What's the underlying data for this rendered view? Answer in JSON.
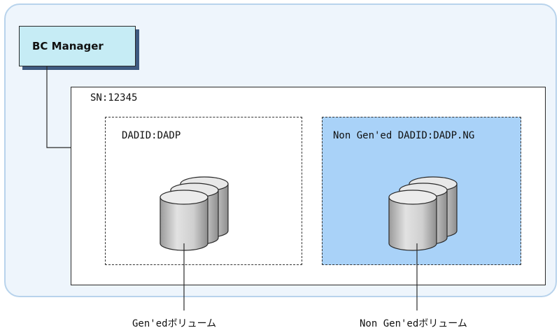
{
  "manager": {
    "label": "BC Manager"
  },
  "storage": {
    "serial_label": "SN:12345"
  },
  "groups": [
    {
      "title": "DADID:DADP",
      "volume_caption": "Gen'edボリューム"
    },
    {
      "title": "Non Gen'ed DADID:DADP.NG",
      "volume_caption": "Non Gen'edボリューム"
    }
  ],
  "colors": {
    "outer_panel_fill": "#eef5fc",
    "outer_panel_border": "#b8d3ec",
    "manager_fill": "#c6ecf5",
    "manager_shadow": "#3e5a80",
    "non_gened_group_fill": "#a9d2f8",
    "disk_fill": "#d6d6d6"
  }
}
